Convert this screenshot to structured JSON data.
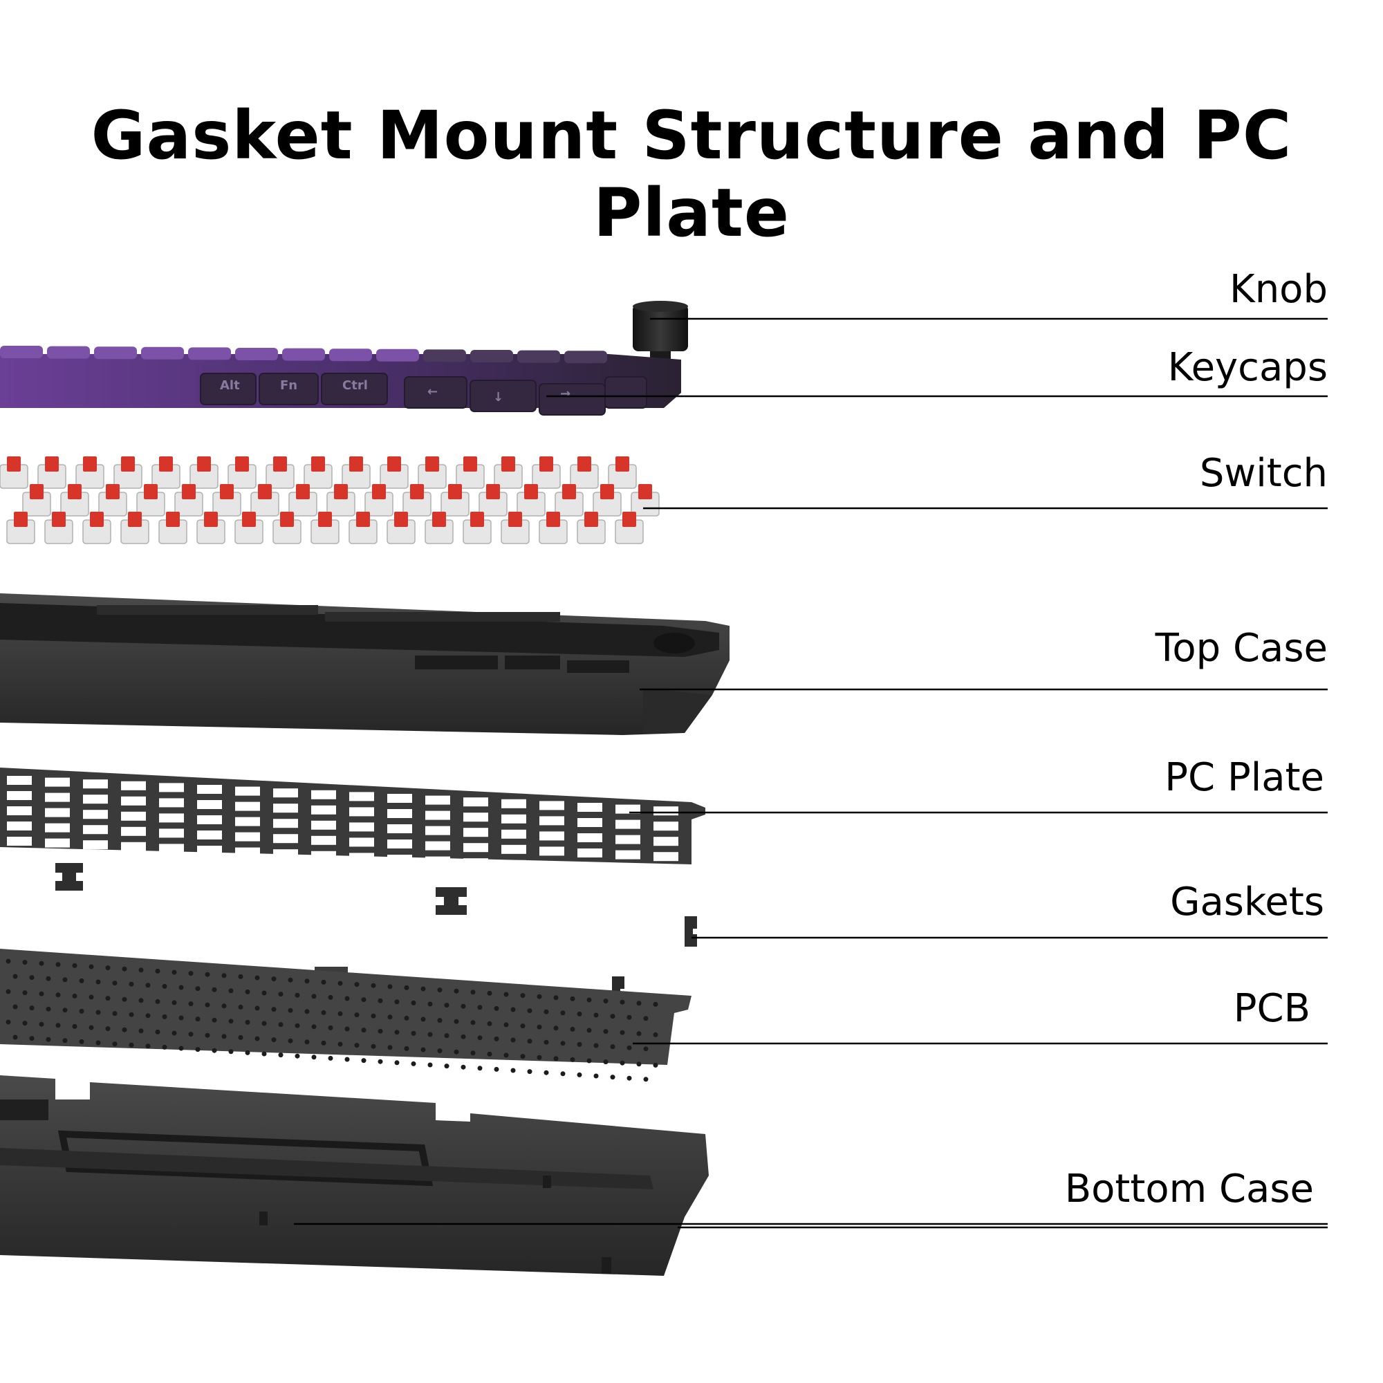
{
  "title": "Gasket Mount Structure and PC Plate",
  "colors": {
    "background": "#ffffff",
    "purple_keycap": "#5b3a82",
    "dark_keycap": "#2e2538",
    "switch_stem": "#d8352a",
    "case_black": "#3a3a3a",
    "leader_line": "#000000"
  },
  "layers": [
    {
      "name": "knob",
      "label": "Knob"
    },
    {
      "name": "keycaps",
      "label": "Keycaps"
    },
    {
      "name": "switch",
      "label": "Switch"
    },
    {
      "name": "top-case",
      "label": "Top Case"
    },
    {
      "name": "pc-plate",
      "label": "PC Plate"
    },
    {
      "name": "gaskets",
      "label": "Gaskets"
    },
    {
      "name": "pcb",
      "label": "PCB"
    },
    {
      "name": "bottom-case",
      "label": "Bottom Case"
    }
  ],
  "keycap_legends": [
    "Alt",
    "Fn",
    "Ctrl",
    "←",
    "↓",
    "→"
  ]
}
